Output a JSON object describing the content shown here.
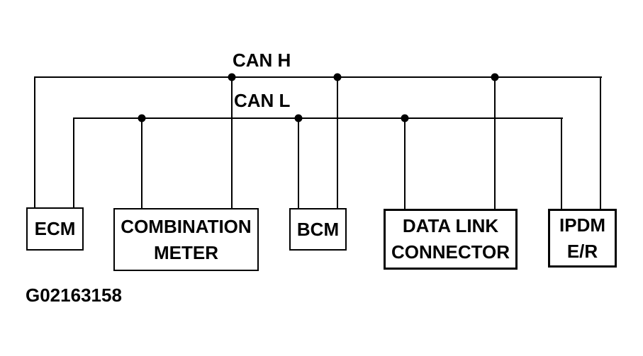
{
  "diagram": {
    "type": "wiring-diagram",
    "subject": "CAN communication bus",
    "buses": [
      {
        "id": "can-h",
        "label": "CAN H"
      },
      {
        "id": "can-l",
        "label": "CAN L"
      }
    ],
    "nodes": [
      {
        "id": "ecm",
        "lines": [
          "ECM"
        ],
        "connects": [
          "CAN H",
          "CAN L"
        ]
      },
      {
        "id": "combination-meter",
        "lines": [
          "COMBINATION",
          "METER"
        ],
        "connects": [
          "CAN H",
          "CAN L"
        ]
      },
      {
        "id": "bcm",
        "lines": [
          "BCM"
        ],
        "connects": [
          "CAN H",
          "CAN L"
        ]
      },
      {
        "id": "data-link-connector",
        "lines": [
          "DATA LINK",
          "CONNECTOR"
        ],
        "connects": [
          "CAN H",
          "CAN L"
        ]
      },
      {
        "id": "ipdm-er",
        "lines": [
          "IPDM",
          "E/R"
        ],
        "connects": [
          "CAN H",
          "CAN L"
        ]
      }
    ],
    "caption": "G02163158",
    "colors": {
      "line": "#000000",
      "background": "#ffffff"
    }
  }
}
